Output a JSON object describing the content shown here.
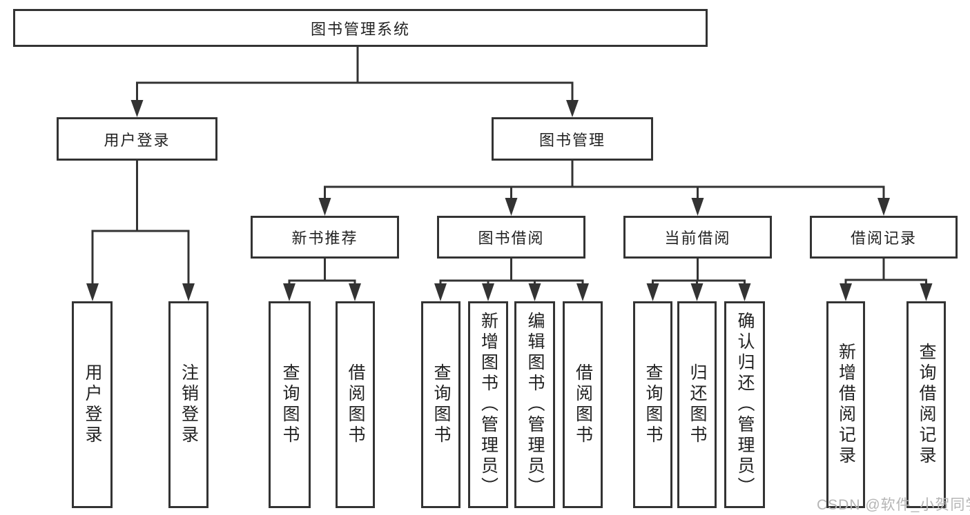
{
  "colors": {
    "line": "#333333",
    "text": "#222222",
    "background": "#ffffff",
    "watermark": "#b5b5b5"
  },
  "diagram": {
    "root": {
      "label": "图书管理系统"
    },
    "level2": [
      {
        "label": "用户登录"
      },
      {
        "label": "图书管理"
      }
    ],
    "level3": [
      {
        "label": "新书推荐"
      },
      {
        "label": "图书借阅"
      },
      {
        "label": "当前借阅"
      },
      {
        "label": "借阅记录"
      }
    ],
    "leaves": {
      "user_login": [
        {
          "label": "用户登录"
        },
        {
          "label": "注销登录"
        }
      ],
      "new_book_recommend": [
        {
          "label": "查询图书"
        },
        {
          "label": "借阅图书"
        }
      ],
      "book_borrow": [
        {
          "label": "查询图书"
        },
        {
          "label": "新增图书（管理员）"
        },
        {
          "label": "编辑图书（管理员）"
        },
        {
          "label": "借阅图书"
        }
      ],
      "current_borrow": [
        {
          "label": "查询图书"
        },
        {
          "label": "归还图书"
        },
        {
          "label": "确认归还（管理员）"
        }
      ],
      "borrow_records": [
        {
          "label": "新增借阅记录"
        },
        {
          "label": "查询借阅记录"
        }
      ]
    }
  },
  "watermark": {
    "text": "CSDN @软件_小贺同学"
  }
}
